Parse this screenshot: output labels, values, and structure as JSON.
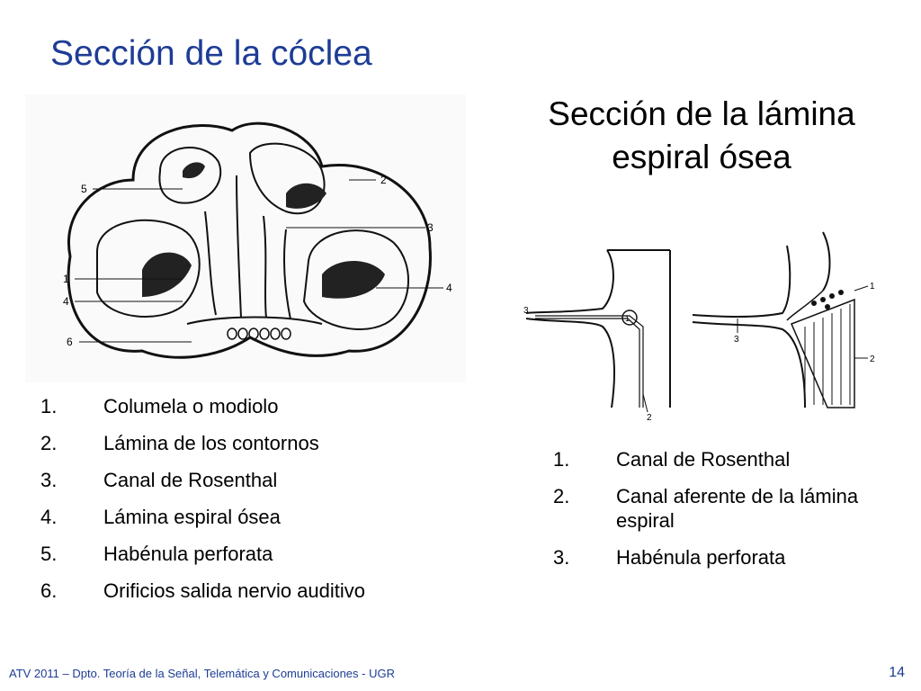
{
  "slide": {
    "title": "Sección de la cóclea",
    "subtitle": "Sección de la lámina espiral ósea",
    "left_list": [
      {
        "num": "1.",
        "text": "Columela o modiolo"
      },
      {
        "num": "2.",
        "text": "Lámina de los contornos"
      },
      {
        "num": "3.",
        "text": "Canal de Rosenthal"
      },
      {
        "num": "4.",
        "text": "Lámina espiral ósea"
      },
      {
        "num": "5.",
        "text": "Habénula perforata"
      },
      {
        "num": "6.",
        "text": "Orificios salida nervio auditivo"
      }
    ],
    "right_list": [
      {
        "num": "1.",
        "text": "Canal de Rosenthal"
      },
      {
        "num": "2.",
        "text": "Canal aferente de la lámina espiral"
      },
      {
        "num": "3.",
        "text": "Habénula perforata"
      }
    ],
    "footer": "ATV 2011 – Dpto. Teoría de la Señal, Telemática y Comunicaciones - UGR",
    "page_number": "14"
  },
  "figures": {
    "cochlea_labels": [
      "1",
      "2",
      "3",
      "4",
      "5",
      "6"
    ],
    "lamina_labels_left": [
      "1",
      "2",
      "3"
    ],
    "lamina_labels_right": [
      "1",
      "2",
      "3"
    ]
  }
}
